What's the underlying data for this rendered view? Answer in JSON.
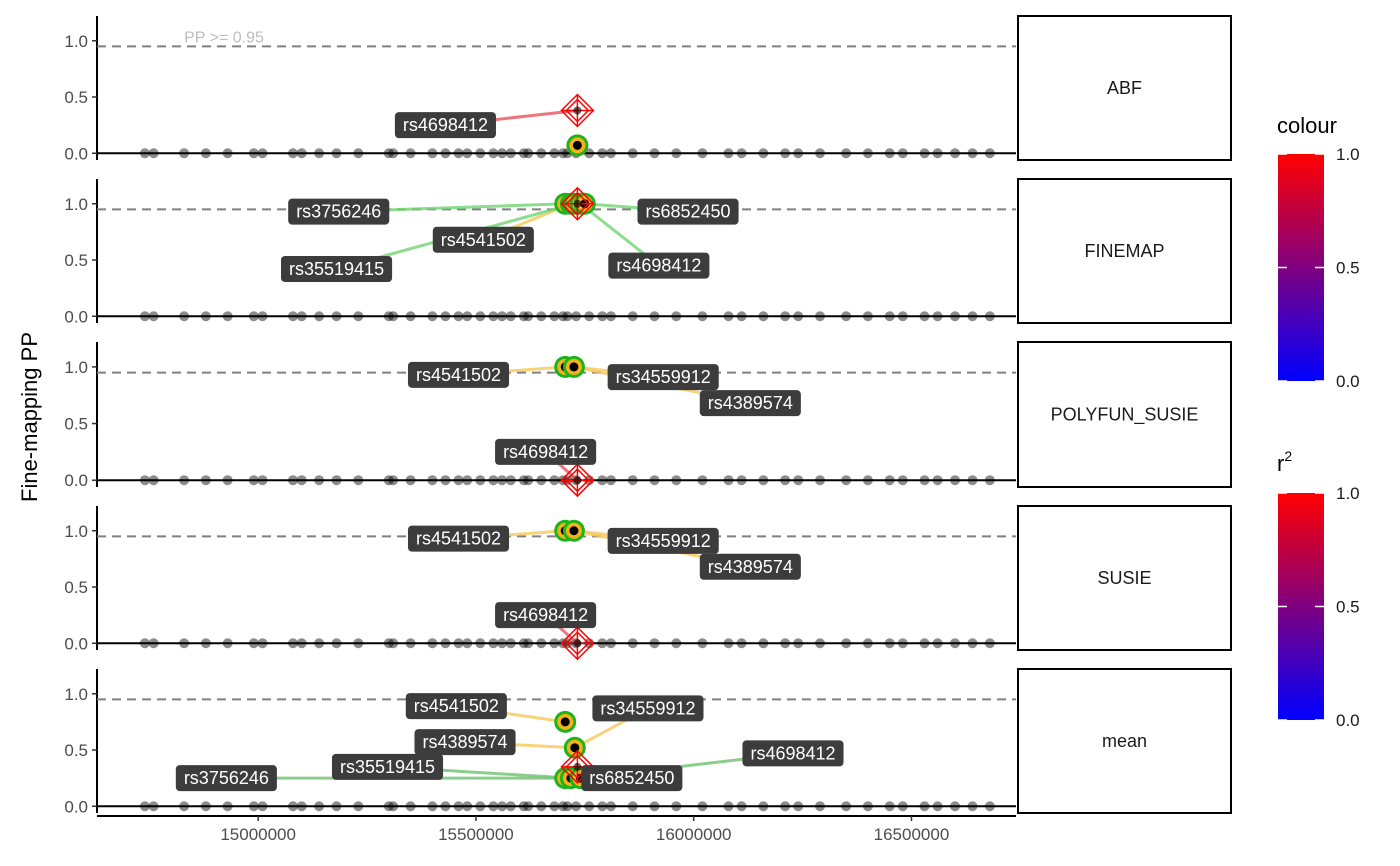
{
  "chart_data": {
    "type": "scatter",
    "ylabel": "Fine-mapping PP",
    "xlabel": "",
    "xlim": [
      14630000,
      16740000
    ],
    "ylim": [
      -0.06,
      1.22
    ],
    "x_ticks": [
      15000000,
      15500000,
      16000000,
      16500000
    ],
    "x_tick_labels": [
      "15000000",
      "15500000",
      "16000000",
      "16500000"
    ],
    "y_ticks": [
      0,
      0.5,
      1
    ],
    "y_tick_labels": [
      "0.0",
      "0.5",
      "1.0"
    ],
    "threshold": {
      "value": 0.95,
      "label": "PP >= 0.95",
      "label_x": 14830000
    },
    "background_x": [
      14740000,
      14760000,
      14830000,
      14880000,
      14930000,
      14990000,
      15010000,
      15080000,
      15100000,
      15140000,
      15180000,
      15230000,
      15300000,
      15310000,
      15350000,
      15400000,
      15430000,
      15460000,
      15480000,
      15510000,
      15540000,
      15560000,
      15580000,
      15610000,
      15620000,
      15650000,
      15680000,
      15700000,
      15710000,
      15730000,
      15760000,
      15790000,
      15810000,
      15860000,
      15910000,
      15960000,
      16020000,
      16080000,
      16110000,
      16160000,
      16210000,
      16240000,
      16290000,
      16350000,
      16400000,
      16450000,
      16480000,
      16530000,
      16560000,
      16600000,
      16640000,
      16680000
    ],
    "facets": [
      {
        "name": "ABF",
        "points": [
          {
            "x": 15733000,
            "y": 0.07
          }
        ],
        "lead_marker": {
          "x": 15733000,
          "y": 0.38
        },
        "labels": [
          {
            "snp": "rs4698412",
            "x": 15733000,
            "y": 0.38,
            "label_x": 15430000,
            "label_y": 0.25,
            "line": "#e8545b"
          }
        ]
      },
      {
        "name": "FINEMAP",
        "points": [
          {
            "x": 15705000,
            "y": 1.0
          },
          {
            "x": 15718000,
            "y": 1.0
          },
          {
            "x": 15726000,
            "y": 1.0
          },
          {
            "x": 15740000,
            "y": 1.0
          },
          {
            "x": 15750000,
            "y": 1.0
          }
        ],
        "lead_marker": {
          "x": 15733000,
          "y": 1.0
        },
        "labels": [
          {
            "snp": "rs3756246",
            "x": 15705000,
            "y": 1.0,
            "label_x": 15185000,
            "label_y": 0.93,
            "line": "#6fd46f"
          },
          {
            "snp": "rs4541502",
            "x": 15718000,
            "y": 1.0,
            "label_x": 15517000,
            "label_y": 0.68,
            "line": "#f8c85a"
          },
          {
            "snp": "rs35519415",
            "x": 15726000,
            "y": 1.0,
            "label_x": 15180000,
            "label_y": 0.42,
            "line": "#6fd46f"
          },
          {
            "snp": "rs6852450",
            "x": 15750000,
            "y": 1.0,
            "label_x": 15987000,
            "label_y": 0.93,
            "line": "#6fd46f"
          },
          {
            "snp": "rs4698412",
            "x": 15740000,
            "y": 1.0,
            "label_x": 15920000,
            "label_y": 0.45,
            "line": "#6fd46f"
          }
        ]
      },
      {
        "name": "POLYFUN_SUSIE",
        "points": [
          {
            "x": 15705000,
            "y": 1.0
          },
          {
            "x": 15725000,
            "y": 1.0
          }
        ],
        "lead_marker": {
          "x": 15733000,
          "y": 0.0
        },
        "labels": [
          {
            "snp": "rs4541502",
            "x": 15705000,
            "y": 1.0,
            "label_x": 15460000,
            "label_y": 0.93,
            "line": "#f8c85a"
          },
          {
            "snp": "rs34559912",
            "x": 15725000,
            "y": 1.0,
            "label_x": 15930000,
            "label_y": 0.91,
            "line": "#f8c85a"
          },
          {
            "snp": "rs4389574",
            "x": 15725000,
            "y": 1.0,
            "label_x": 16130000,
            "label_y": 0.68,
            "line": "#f8c85a"
          },
          {
            "snp": "rs4698412",
            "x": 15733000,
            "y": 0.0,
            "label_x": 15660000,
            "label_y": 0.25,
            "line": "#e8545b"
          }
        ]
      },
      {
        "name": "SUSIE",
        "points": [
          {
            "x": 15705000,
            "y": 1.0
          },
          {
            "x": 15725000,
            "y": 1.0
          }
        ],
        "lead_marker": {
          "x": 15733000,
          "y": 0.0
        },
        "labels": [
          {
            "snp": "rs4541502",
            "x": 15705000,
            "y": 1.0,
            "label_x": 15460000,
            "label_y": 0.93,
            "line": "#f8c85a"
          },
          {
            "snp": "rs34559912",
            "x": 15725000,
            "y": 1.0,
            "label_x": 15930000,
            "label_y": 0.91,
            "line": "#f8c85a"
          },
          {
            "snp": "rs4389574",
            "x": 15725000,
            "y": 1.0,
            "label_x": 16130000,
            "label_y": 0.68,
            "line": "#f8c85a"
          },
          {
            "snp": "rs4698412",
            "x": 15733000,
            "y": 0.0,
            "label_x": 15660000,
            "label_y": 0.25,
            "line": "#e8545b"
          }
        ]
      },
      {
        "name": "mean",
        "points": [
          {
            "x": 15705000,
            "y": 0.75
          },
          {
            "x": 15727000,
            "y": 0.52
          },
          {
            "x": 15705000,
            "y": 0.25
          },
          {
            "x": 15718000,
            "y": 0.25
          },
          {
            "x": 15740000,
            "y": 0.25
          }
        ],
        "lead_marker": {
          "x": 15733000,
          "y": 0.35
        },
        "labels": [
          {
            "snp": "rs4541502",
            "x": 15705000,
            "y": 0.75,
            "label_x": 15455000,
            "label_y": 0.89,
            "line": "#f8c85a"
          },
          {
            "snp": "rs34559912",
            "x": 15727000,
            "y": 0.52,
            "label_x": 15895000,
            "label_y": 0.87,
            "line": "#f8c85a"
          },
          {
            "snp": "rs4389574",
            "x": 15727000,
            "y": 0.52,
            "label_x": 15475000,
            "label_y": 0.57,
            "line": "#f8c85a"
          },
          {
            "snp": "rs4698412",
            "x": 15740000,
            "y": 0.25,
            "label_x": 16228000,
            "label_y": 0.47,
            "line": "#6fbf6f"
          },
          {
            "snp": "rs35519415",
            "x": 15718000,
            "y": 0.25,
            "label_x": 15297000,
            "label_y": 0.35,
            "line": "#6fbf6f"
          },
          {
            "snp": "rs3756246",
            "x": 15705000,
            "y": 0.25,
            "label_x": 14927000,
            "label_y": 0.25,
            "line": "#6fbf6f"
          },
          {
            "snp": "rs6852450",
            "x": 15740000,
            "y": 0.25,
            "label_x": 15858000,
            "label_y": 0.25,
            "line": "#6fbf6f"
          }
        ]
      }
    ],
    "legends": [
      {
        "title": "colour",
        "title_sup": "",
        "min": "0.0",
        "mid": "0.5",
        "max": "1.0",
        "low_color": "#0000ff",
        "high_color": "#ff0000"
      },
      {
        "title": "r",
        "title_sup": "2",
        "min": "0.0",
        "mid": "0.5",
        "max": "1.0",
        "low_color": "#0000ff",
        "high_color": "#ff0000"
      }
    ],
    "colors": {
      "background_point": "#000000",
      "credible_ring": "#1db31d",
      "credible_fill": "#f2b21b",
      "lead_marker": "#ff0000",
      "label_box": "#3c3c3c",
      "threshold_line": "#808080"
    }
  }
}
